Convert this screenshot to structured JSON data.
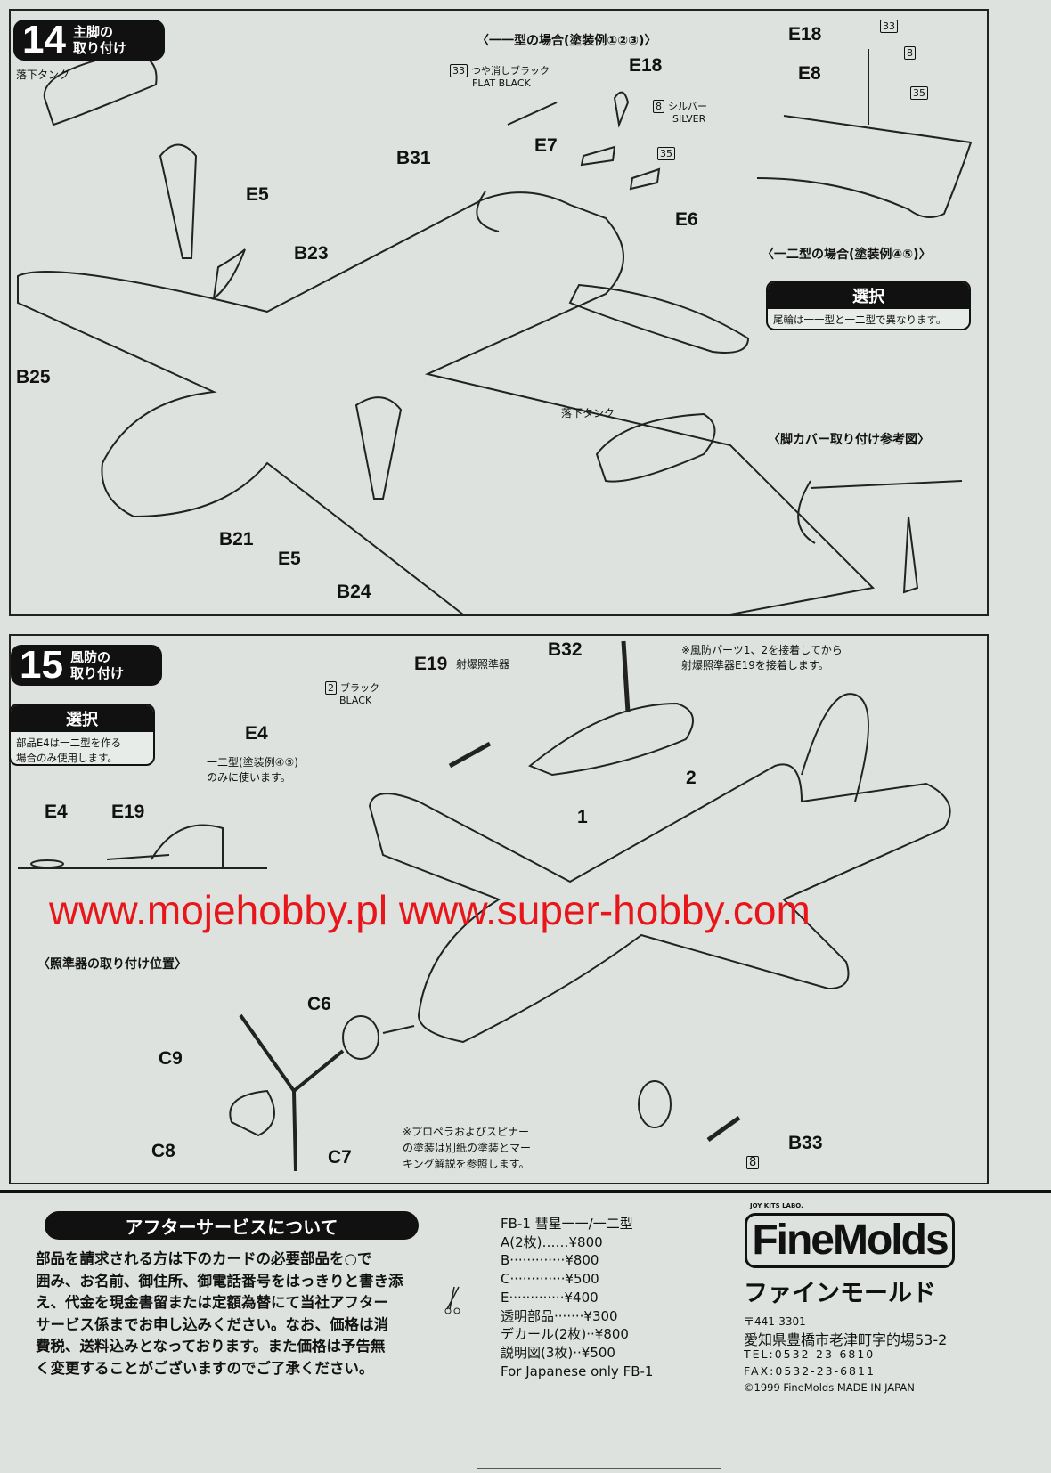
{
  "step14": {
    "number": "14",
    "title_line1": "主脚の",
    "title_line2": "取り付け",
    "labels": {
      "tank_left": "落下タンク",
      "e5_top": "E5",
      "b23": "B23",
      "b25": "B25",
      "b31": "B31",
      "e7": "E7",
      "e18": "E18",
      "e6": "E6",
      "b21": "B21",
      "e5_bottom": "E5",
      "b24": "B24",
      "tank_right": "落下タンク",
      "e18_right": "E18",
      "e8_right": "E8"
    },
    "type11_header": "〈一一型の場合(塗装例①②③)〉",
    "type12_header": "〈一二型の場合(塗装例④⑤)〉",
    "paint_flat_black": {
      "code": "33",
      "jp": "つや消しブラック",
      "en": "FLAT BLACK"
    },
    "paint_silver": {
      "code": "8",
      "jp": "シルバー",
      "en": "SILVER"
    },
    "paint_codes_right": [
      "33",
      "8",
      "35"
    ],
    "paint_35": "35",
    "select": {
      "title": "選択",
      "body": "尾輪は一一型と一二型で異なります。"
    },
    "reference_header": "〈脚カバー取り付け参考図〉"
  },
  "step15": {
    "number": "15",
    "title_line1": "風防の",
    "title_line2": "取り付け",
    "select": {
      "title": "選択",
      "body_line1": "部品E4は一二型を作る",
      "body_line2": "場合のみ使用します。"
    },
    "labels": {
      "e19": "E19",
      "e19_name": "射爆照準器",
      "b32": "B32",
      "e4": "E4",
      "part2": "2",
      "part1": "1",
      "e4_detail": "E4",
      "e19_detail": "E19",
      "c6": "C6",
      "c9": "C9",
      "c8": "C8",
      "c7": "C7",
      "b33": "B33"
    },
    "paint_black": {
      "code": "2",
      "jp": "ブラック",
      "en": "BLACK"
    },
    "paint_b33": "8",
    "e4_note_line1": "一二型(塗装例④⑤)",
    "e4_note_line2": "のみに使います。",
    "canopy_note_line1": "※風防パーツ1、2を接着してから",
    "canopy_note_line2": "射爆照準器E19を接着します。",
    "sight_position_header": "〈照準器の取り付け位置〉",
    "prop_note_line1": "※プロペラおよびスピナー",
    "prop_note_line2": "の塗装は別紙の塗装とマー",
    "prop_note_line3": "キング解説を参照します。"
  },
  "watermark": "www.mojehobby.pl www.super-hobby.com",
  "after_service": {
    "title": "アフターサービスについて",
    "lines": [
      "部品を請求される方は下のカードの必要部品を○で",
      "囲み、お名前、御住所、御電話番号をはっきりと書き添",
      "え、代金を現金書留または定額為替にて当社アフター",
      "サービス係までお申し込みください。なお、価格は消",
      "費税、送料込みとなっております。また価格は予告無",
      "く変更することがございますのでご了承ください。"
    ]
  },
  "price_card": {
    "title": "FB-1 彗星一一/一二型",
    "items": [
      {
        "name": "A(2枚)",
        "dots": "……",
        "price": "¥800"
      },
      {
        "name": "B",
        "dots": "·············",
        "price": "¥800"
      },
      {
        "name": "C",
        "dots": "·············",
        "price": "¥500"
      },
      {
        "name": "E",
        "dots": "·············",
        "price": "¥400"
      },
      {
        "name": "透明部品",
        "dots": "·······",
        "price": "¥300"
      },
      {
        "name": "デカール(2枚)",
        "dots": "··",
        "price": "¥800"
      },
      {
        "name": "説明図(3枚)",
        "dots": "··",
        "price": "¥500"
      }
    ],
    "footer": "For Japanese only FB-1"
  },
  "brand": {
    "logo": "FineMolds",
    "logo_sub": "JOY KITS LABO.",
    "katakana": "ファインモールド",
    "postal": "〒441-3301",
    "address": "愛知県豊橋市老津町字的場53-2",
    "tel": "TEL:0532-23-6810",
    "fax": "FAX:0532-23-6811",
    "copyright": "©1999  FineMolds  MADE IN JAPAN"
  },
  "colors": {
    "background": "#dde2de",
    "ink": "#111111",
    "watermark": "#e8161a"
  }
}
